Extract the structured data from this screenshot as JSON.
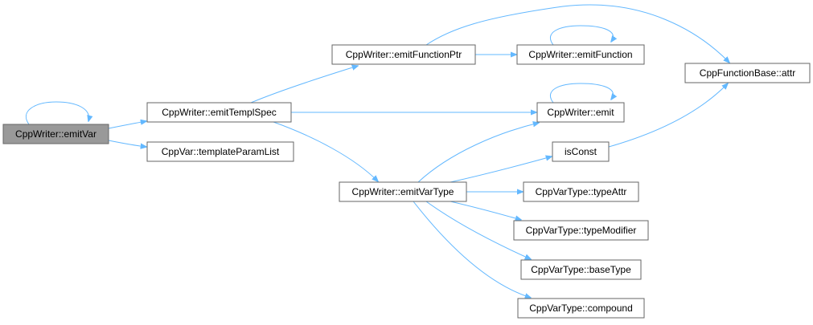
{
  "nodes": [
    {
      "id": "emitVar",
      "label": "CppWriter::emitVar",
      "root": true
    },
    {
      "id": "emitTemplSpec",
      "label": "CppWriter::emitTemplSpec"
    },
    {
      "id": "templateParamList",
      "label": "CppVar::templateParamList"
    },
    {
      "id": "emitFunctionPtr",
      "label": "CppWriter::emitFunctionPtr"
    },
    {
      "id": "emitVarType",
      "label": "CppWriter::emitVarType"
    },
    {
      "id": "emitFunction",
      "label": "CppWriter::emitFunction"
    },
    {
      "id": "emit",
      "label": "CppWriter::emit"
    },
    {
      "id": "isConst",
      "label": "isConst"
    },
    {
      "id": "typeAttr",
      "label": "CppVarType::typeAttr"
    },
    {
      "id": "typeModifier",
      "label": "CppVarType::typeModifier"
    },
    {
      "id": "baseType",
      "label": "CppVarType::baseType"
    },
    {
      "id": "compound",
      "label": "CppVarType::compound"
    },
    {
      "id": "attr",
      "label": "CppFunctionBase::attr"
    }
  ],
  "edges": [
    {
      "from": "emitVar",
      "to": "emitVar"
    },
    {
      "from": "emitVar",
      "to": "emitTemplSpec"
    },
    {
      "from": "emitVar",
      "to": "templateParamList"
    },
    {
      "from": "emitTemplSpec",
      "to": "emitFunctionPtr"
    },
    {
      "from": "emitTemplSpec",
      "to": "emit"
    },
    {
      "from": "emitTemplSpec",
      "to": "emitVarType"
    },
    {
      "from": "emitFunctionPtr",
      "to": "emitFunction"
    },
    {
      "from": "emitFunctionPtr",
      "to": "attr"
    },
    {
      "from": "emitFunction",
      "to": "emitFunction"
    },
    {
      "from": "emit",
      "to": "emit"
    },
    {
      "from": "emitVarType",
      "to": "emit"
    },
    {
      "from": "emitVarType",
      "to": "isConst"
    },
    {
      "from": "emitVarType",
      "to": "typeAttr"
    },
    {
      "from": "emitVarType",
      "to": "typeModifier"
    },
    {
      "from": "emitVarType",
      "to": "baseType"
    },
    {
      "from": "emitVarType",
      "to": "compound"
    },
    {
      "from": "isConst",
      "to": "attr"
    }
  ],
  "colors": {
    "edge": "#63b8ff",
    "node_border": "#666666",
    "root_fill": "#999999",
    "node_fill": "#ffffff"
  }
}
